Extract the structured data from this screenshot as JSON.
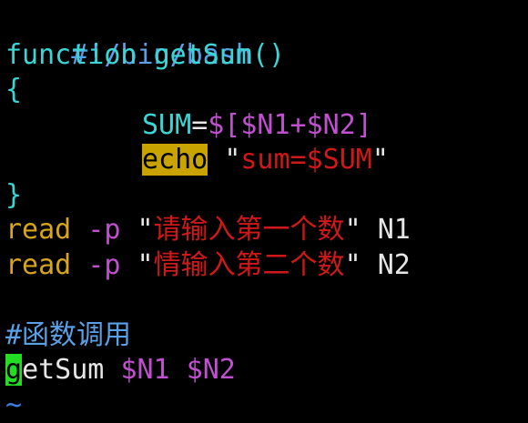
{
  "colors": {
    "background": "#000000",
    "comment": "#5aa0e6",
    "keyword": "#3ad6d6",
    "variable": "#c050d0",
    "string": "#d01818",
    "command": "#d7a41a",
    "search_highlight": "#c9a300",
    "cursor": "#22dd22"
  },
  "lines": {
    "shebang": "#!/bin/bash",
    "func_keyword": "function",
    "func_name": "getSum()",
    "open_brace": "{",
    "sum_var": "SUM",
    "sum_eq": "=",
    "sum_expr": "$[$N1+$N2]",
    "echo_cmd": "echo",
    "echo_q1": "\"",
    "echo_str": "sum=$SUM",
    "echo_q2": "\"",
    "close_brace": "}",
    "read1_cmd": "read",
    "read1_flag": "-p",
    "read1_q1": "\"",
    "read1_prompt": "请输入第一个数",
    "read1_q2": "\"",
    "read1_var": "N1",
    "read2_cmd": "read",
    "read2_flag": "-p",
    "read2_q1": "\"",
    "read2_prompt": "情输入第二个数",
    "read2_q2": "\"",
    "read2_var": "N2",
    "comment_call": "#函数调用",
    "call_cursor_char": "g",
    "call_rest": "etSum",
    "call_arg1": "$N1",
    "call_arg2": "$N2",
    "tilde": "~"
  }
}
